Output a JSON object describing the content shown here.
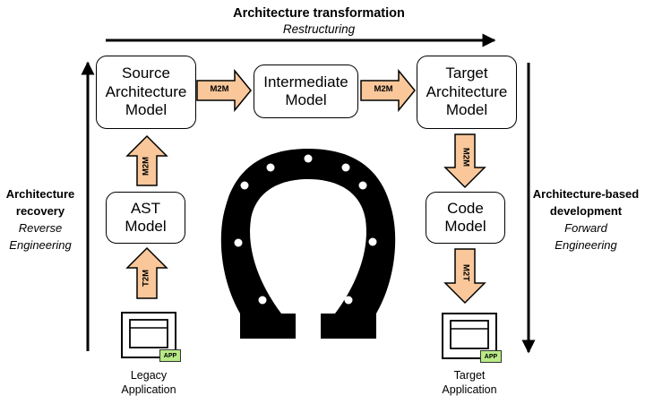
{
  "title": "Architecture  transformation",
  "subtitle": "Restructuring",
  "boxes": {
    "source": "Source\nArchitecture\nModel",
    "intermediate": "Intermediate\nModel",
    "target": "Target\nArchitecture\nModel",
    "ast": "AST\nModel",
    "code": "Code\nModel"
  },
  "arrows": {
    "m2m_a": "M2M",
    "m2m_b": "M2M",
    "m2m_up": "M2M",
    "t2m": "T2M",
    "m2m_down": "M2M",
    "m2t": "M2T"
  },
  "left_label": {
    "title_line1": "Architecture",
    "title_line2": "recovery",
    "sub_line1": "Reverse",
    "sub_line2": "Engineering"
  },
  "right_label": {
    "title_line1": "Architecture-based",
    "title_line2": "development",
    "sub_line1": "Forward",
    "sub_line2": "Engineering"
  },
  "legacy": {
    "badge": "APP",
    "caption": "Legacy\nApplication"
  },
  "target_app": {
    "badge": "APP",
    "caption": "Target\nApplication"
  },
  "colors": {
    "arrow_fill": "#f9c79a",
    "badge": "#b8e986",
    "horseshoe": "#000000"
  }
}
